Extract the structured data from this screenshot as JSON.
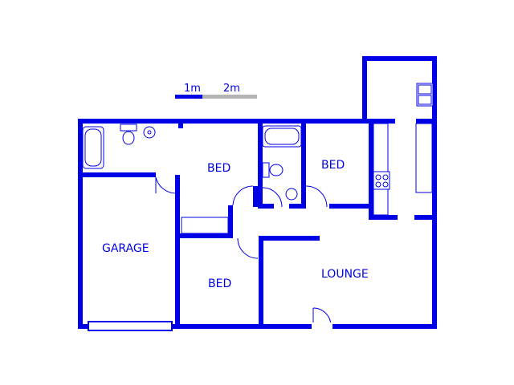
{
  "plan": {
    "scale": {
      "label_1": "1m",
      "label_2": "2m"
    },
    "rooms": {
      "bed_1": "BED",
      "bed_2": "BED",
      "bed_3": "BED",
      "garage": "GARAGE",
      "lounge": "LOUNGE"
    }
  },
  "colors": {
    "wall": "#0000e6",
    "scale_secondary": "#b4b4b4",
    "background": "#ffffff"
  }
}
